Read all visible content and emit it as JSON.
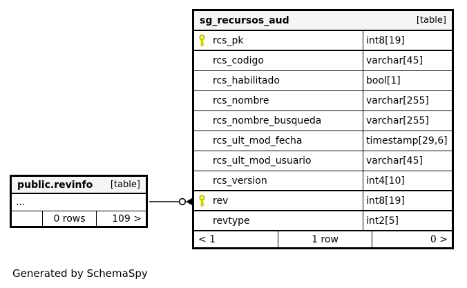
{
  "page": {
    "footer_note": "Generated by SchemaSpy"
  },
  "colors": {
    "background": "#ffffff",
    "border": "#000000",
    "header_bg": "#f5f5f5",
    "key_fill": "#e8e800",
    "key_stroke": "#b0b000"
  },
  "main_table": {
    "title": "sg_recursos_aud",
    "tag": "[table]",
    "columns": [
      {
        "name": "rcs_pk",
        "type": "int8[19]",
        "key": true
      },
      {
        "name": "rcs_codigo",
        "type": "varchar[45]",
        "key": false
      },
      {
        "name": "rcs_habilitado",
        "type": "bool[1]",
        "key": false
      },
      {
        "name": "rcs_nombre",
        "type": "varchar[255]",
        "key": false
      },
      {
        "name": "rcs_nombre_busqueda",
        "type": "varchar[255]",
        "key": false
      },
      {
        "name": "rcs_ult_mod_fecha",
        "type": "timestamp[29,6]",
        "key": false
      },
      {
        "name": "rcs_ult_mod_usuario",
        "type": "varchar[45]",
        "key": false
      },
      {
        "name": "rcs_version",
        "type": "int4[10]",
        "key": false
      },
      {
        "name": "rev",
        "type": "int8[19]",
        "key": true
      },
      {
        "name": "revtype",
        "type": "int2[5]",
        "key": false
      }
    ],
    "footer": {
      "left": "< 1",
      "center": "1 row",
      "right": "0 >"
    }
  },
  "related_table": {
    "title": "public.revinfo",
    "tag": "[table]",
    "collapsed": "...",
    "footer": {
      "left": "",
      "center": "0 rows",
      "right": "109 >"
    }
  }
}
